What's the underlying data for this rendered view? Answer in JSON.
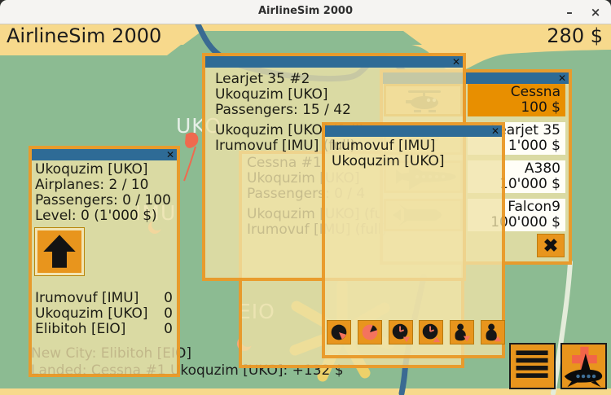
{
  "window": {
    "title": "AirlineSim 2000",
    "minimize": "–",
    "close": "×"
  },
  "header": {
    "title": "AirlineSim 2000",
    "cash": "280 $"
  },
  "map": {
    "cities": [
      {
        "code": "UKO"
      },
      {
        "code": "IMU"
      },
      {
        "code": "EIO"
      }
    ],
    "log": [
      "New City: Elibitoh [EIO]",
      "Landed: Cessna #1 Ukoquzim [UKO]: +132 $"
    ]
  },
  "city_dialog": {
    "close": "✕",
    "title": "Ukoquzim [UKO]",
    "airplanes": "Airplanes: 2 / 10",
    "passengers": "Passengers: 0 / 100",
    "level": "Level: 0 (1'000 $)",
    "upgrade_icon": "up-arrow",
    "destinations": [
      {
        "name": "Irumovuf [IMU]",
        "count": "0"
      },
      {
        "name": "Ukoquzim [UKO]",
        "count": "0"
      },
      {
        "name": "Elibitoh [EIO]",
        "count": "0"
      }
    ]
  },
  "cessna_dialog": {
    "title": "Cessna #1",
    "home": "Ukoquzim [UKO]",
    "passengers": "Passengers: 0 / 4",
    "route": [
      "Ukoquzim [UKO] (full)",
      "Irumovuf [IMU] (full)"
    ]
  },
  "learjet_dialog": {
    "close": "✕",
    "title": "Learjet 35 #2",
    "home": "Ukoquzim [UKO]",
    "passengers": "Passengers: 15 / 42",
    "route": [
      "Ukoquzim [UKO] (full)",
      "Irumovuf [IMU] (full)"
    ]
  },
  "route_dialog": {
    "close": "✕",
    "lines": [
      "Irumovuf [IMU]",
      "Ukoquzim [UKO]"
    ],
    "buttons": [
      "pie-decrease",
      "pie-increase",
      "time-decrease",
      "time-increase",
      "passengers-decrease",
      "passengers-increase"
    ]
  },
  "shop": {
    "close": "✕",
    "items": [
      {
        "name": "Cessna",
        "price": "100 $",
        "selected": true,
        "icon": "helicopter"
      },
      {
        "name": "Learjet 35",
        "price": "1'000 $",
        "selected": false,
        "icon": "small-plane"
      },
      {
        "name": "A380",
        "price": "10'000 $",
        "selected": false,
        "icon": "jumbo-jet"
      },
      {
        "name": "Falcon9",
        "price": "100'000 $",
        "selected": false,
        "icon": "rocket"
      }
    ],
    "close_button": "✖"
  },
  "toolbar": {
    "menu_icon": "list-menu",
    "buy_icon": "buy-airplane"
  },
  "colors": {
    "map_green": "#8cbb92",
    "map_sand": "#f7d98c",
    "road_blue": "#3a6a92",
    "dialog_tan": "#f0e3a8",
    "dialog_border": "#e8921c",
    "titlebar_blue": "#2e6b96",
    "accent_orange": "#e8951d",
    "selected_orange": "#e88f00",
    "salmon": "#f4735e",
    "star_yellow": "#f3d368"
  }
}
